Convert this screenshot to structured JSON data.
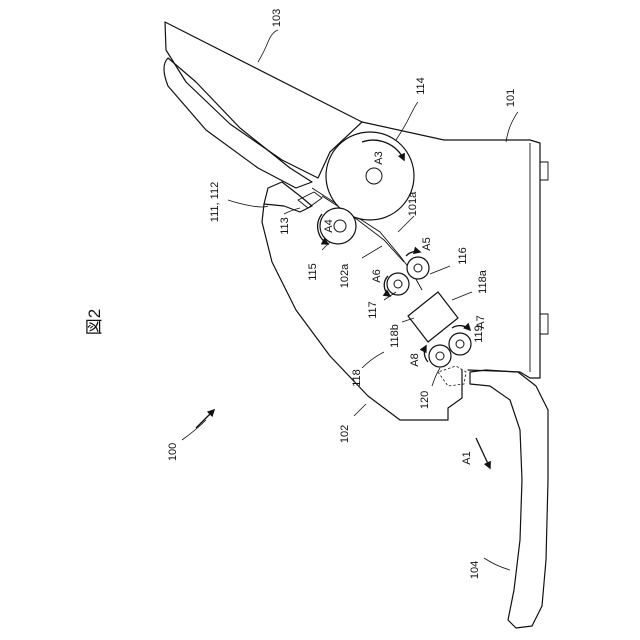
{
  "figure": {
    "title": "図2",
    "labels": {
      "printer": "100",
      "body": "101",
      "body_surface": "101a",
      "cover": "102",
      "cover_surface": "102a",
      "upper_cover": "103",
      "tray": "104",
      "mechanism": "111, 112",
      "part_113": "113",
      "platen_roller": "114",
      "roller_115": "115",
      "roller_116": "116",
      "roller_117": "117",
      "cover_frame": "118",
      "head_118a": "118a",
      "head_118b": "118b",
      "roller_119": "119",
      "roller_120": "120"
    },
    "arrows": {
      "a1": "A1",
      "a3": "A3",
      "a4": "A4",
      "a5": "A5",
      "a6": "A6",
      "a7": "A7",
      "a8": "A8"
    }
  }
}
